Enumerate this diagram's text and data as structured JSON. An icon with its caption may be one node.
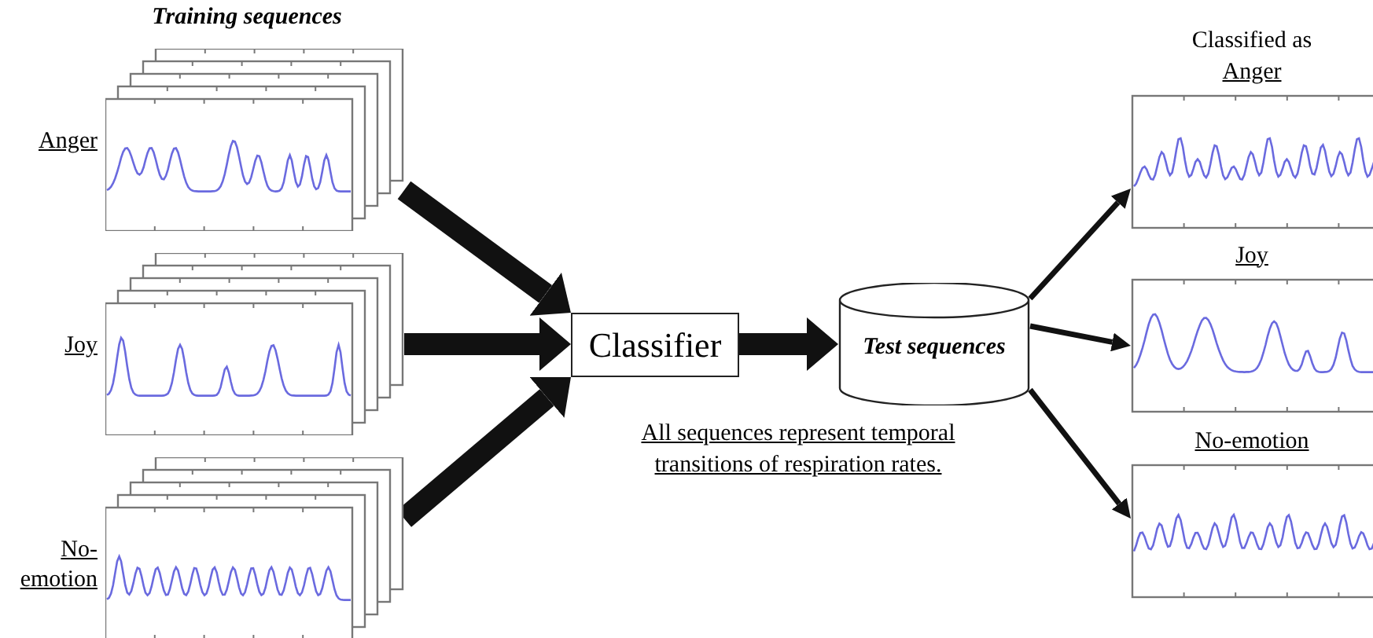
{
  "diagram": {
    "title": "Training sequences",
    "nodes": [
      {
        "text": [
          "Anger"
        ]
      },
      {
        "text": [
          "Joy"
        ]
      },
      {
        "text": [
          "No-emotion"
        ]
      },
      {
        "text": [
          "Classifier"
        ]
      },
      {
        "text": [
          "Test sequences"
        ]
      },
      {
        "text": [
          "Classified as",
          "Anger"
        ]
      },
      {
        "text": [
          "Joy"
        ]
      },
      {
        "text": [
          "No-emotion"
        ]
      }
    ],
    "edges": [
      {
        "from": 0,
        "to": 3,
        "arrow": "to"
      },
      {
        "from": 1,
        "to": 3,
        "arrow": "to"
      },
      {
        "from": 2,
        "to": 3,
        "arrow": "to"
      },
      {
        "from": 3,
        "to": 4,
        "arrow": "to"
      },
      {
        "from": 4,
        "to": 5,
        "arrow": "to"
      },
      {
        "from": 4,
        "to": 6,
        "arrow": "to"
      },
      {
        "from": 4,
        "to": 7,
        "arrow": "to"
      }
    ],
    "labels": [
      "All sequences represent temporal transitions of respiration rates."
    ]
  }
}
